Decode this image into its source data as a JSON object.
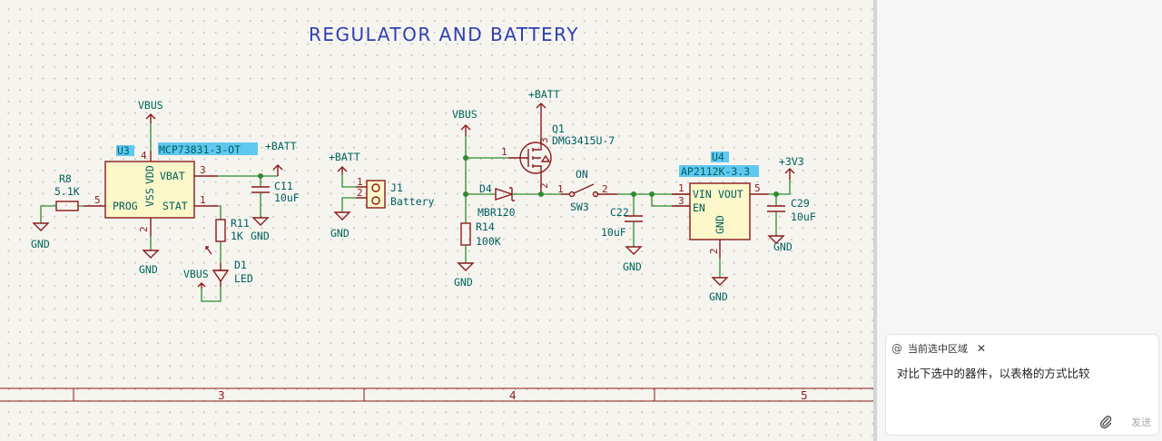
{
  "sheet": {
    "title": "REGULATOR AND BATTERY",
    "columns": [
      "3",
      "4",
      "5"
    ]
  },
  "power": {
    "vbus": "VBUS",
    "batt": "+BATT",
    "gnd": "GND",
    "v33": "+3V3"
  },
  "components": {
    "U3": {
      "ref": "U3",
      "value": "MCP73831-3-OT",
      "pins": {
        "vdd": "VDD",
        "vss": "VSS",
        "vbat": "VBAT",
        "prog": "PROG",
        "stat": "STAT"
      },
      "nums": {
        "vdd": "4",
        "vbat": "3",
        "prog": "5",
        "stat": "1",
        "vss": "2"
      }
    },
    "R8": {
      "ref": "R8",
      "value": "5.1K"
    },
    "C11": {
      "ref": "C11",
      "value": "10uF"
    },
    "R11": {
      "ref": "R11",
      "value": "1K"
    },
    "D1": {
      "ref": "D1",
      "value": "LED"
    },
    "J1": {
      "ref": "J1",
      "value": "Battery",
      "n1": "1",
      "n2": "2"
    },
    "Q1": {
      "ref": "Q1",
      "value": "DMG3415U-7",
      "n1": "1",
      "n2": "2",
      "n3": "3"
    },
    "D4": {
      "ref": "D4",
      "value": "MBR120"
    },
    "R14": {
      "ref": "R14",
      "value": "100K"
    },
    "SW3": {
      "ref": "SW3",
      "value": "ON",
      "n1": "1",
      "n2": "2"
    },
    "C22": {
      "ref": "C22",
      "value": "10uF"
    },
    "U4": {
      "ref": "U4",
      "value": "AP2112K-3.3",
      "pins": {
        "vin": "VIN",
        "vout": "VOUT",
        "en": "EN",
        "gnd": "GND"
      },
      "nums": {
        "vin": "1",
        "en": "3",
        "vout": "5",
        "gnd": "2"
      }
    },
    "C29": {
      "ref": "C29",
      "value": "10uF"
    }
  },
  "chat": {
    "context_chip": "当前选中区域",
    "message": "对比下选中的器件，以表格的方式比较",
    "send_label": "发送"
  }
}
